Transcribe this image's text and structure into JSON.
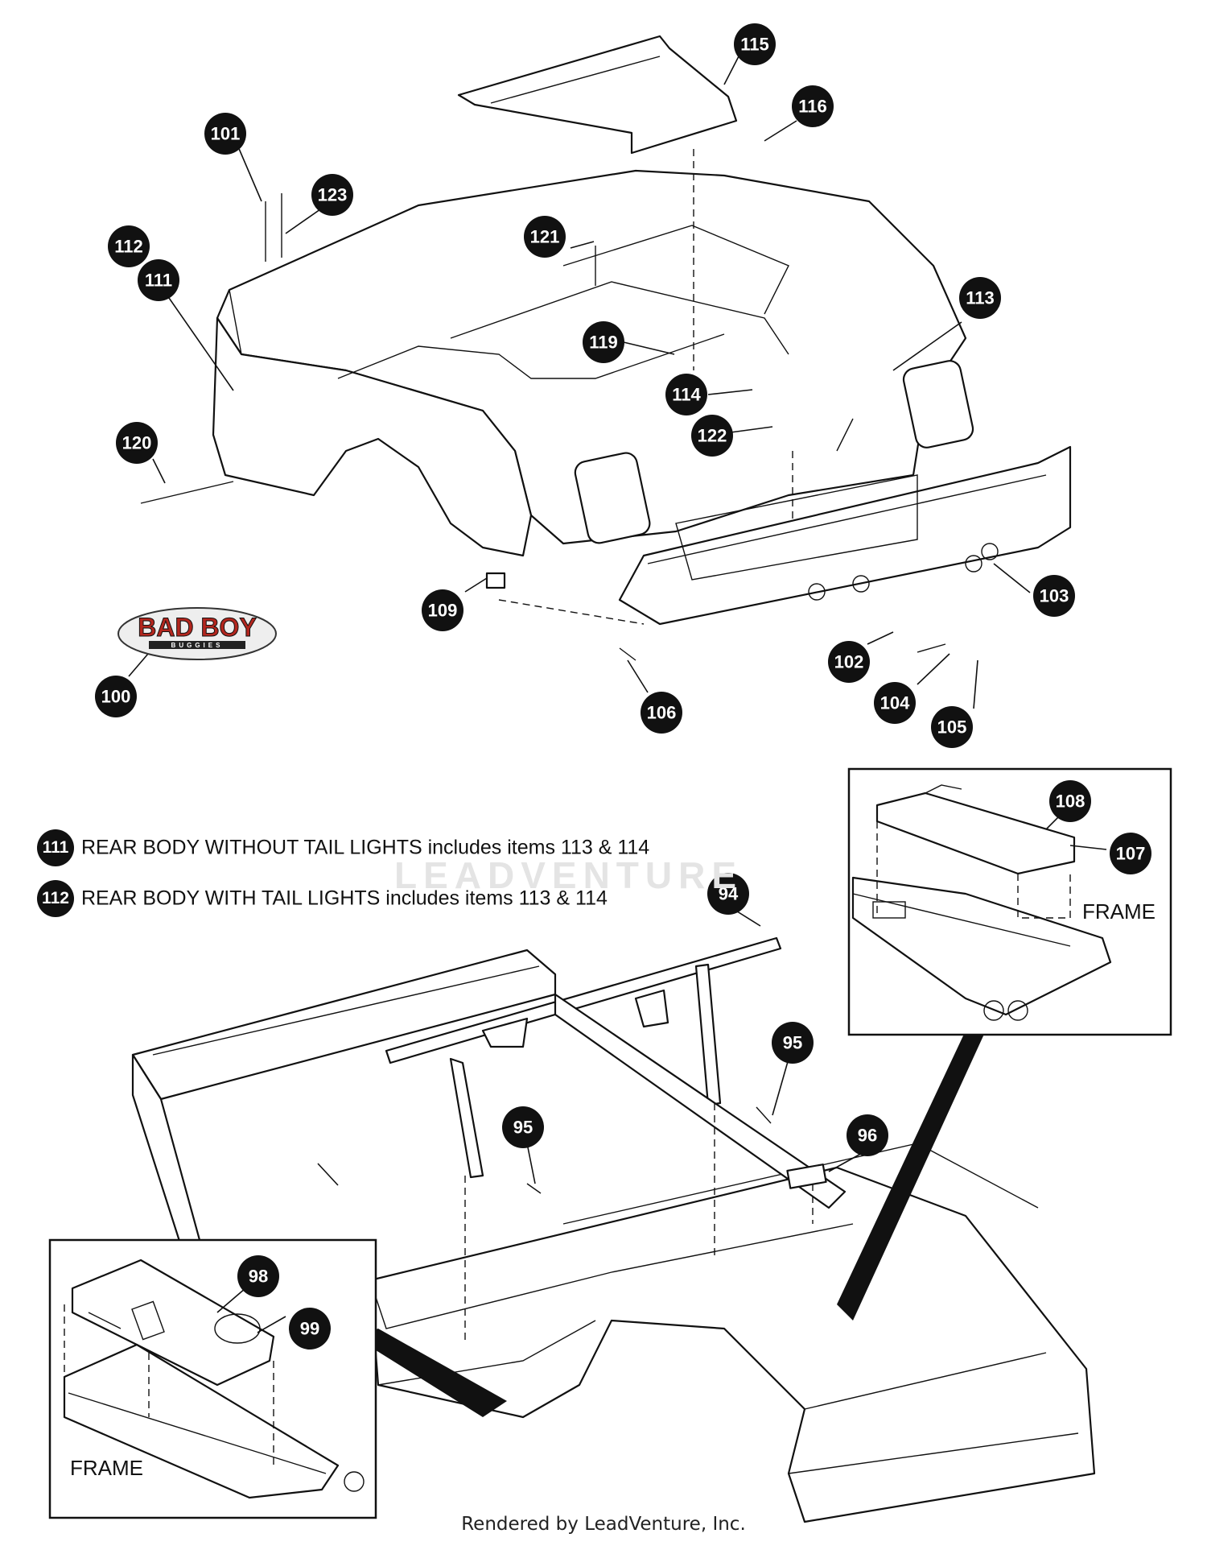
{
  "callouts": [
    {
      "label": "115"
    },
    {
      "label": "116"
    },
    {
      "label": "101"
    },
    {
      "label": "123"
    },
    {
      "label": "112"
    },
    {
      "label": "111"
    },
    {
      "label": "121"
    },
    {
      "label": "113"
    },
    {
      "label": "119"
    },
    {
      "label": "114"
    },
    {
      "label": "122"
    },
    {
      "label": "120"
    },
    {
      "label": "103"
    },
    {
      "label": "109"
    },
    {
      "label": "102"
    },
    {
      "label": "100"
    },
    {
      "label": "106"
    },
    {
      "label": "104"
    },
    {
      "label": "105"
    },
    {
      "label": "108"
    },
    {
      "label": "107"
    },
    {
      "label": "94"
    },
    {
      "label": "95"
    },
    {
      "label": "95"
    },
    {
      "label": "96"
    },
    {
      "label": "98"
    },
    {
      "label": "99"
    }
  ],
  "notes": [
    {
      "num": "111",
      "text": "REAR BODY WITHOUT TAIL LIGHTS includes items 113 & 114"
    },
    {
      "num": "112",
      "text": "REAR BODY WITH TAIL LIGHTS includes items 113 & 114"
    }
  ],
  "frame_labels": [
    "FRAME",
    "FRAME"
  ],
  "logo": {
    "text": "BAD BOY",
    "subtext": "BUGGIES",
    "text_color": "#b3261e"
  },
  "watermark": "LEADVENTURE",
  "footer": "Rendered by LeadVenture, Inc."
}
